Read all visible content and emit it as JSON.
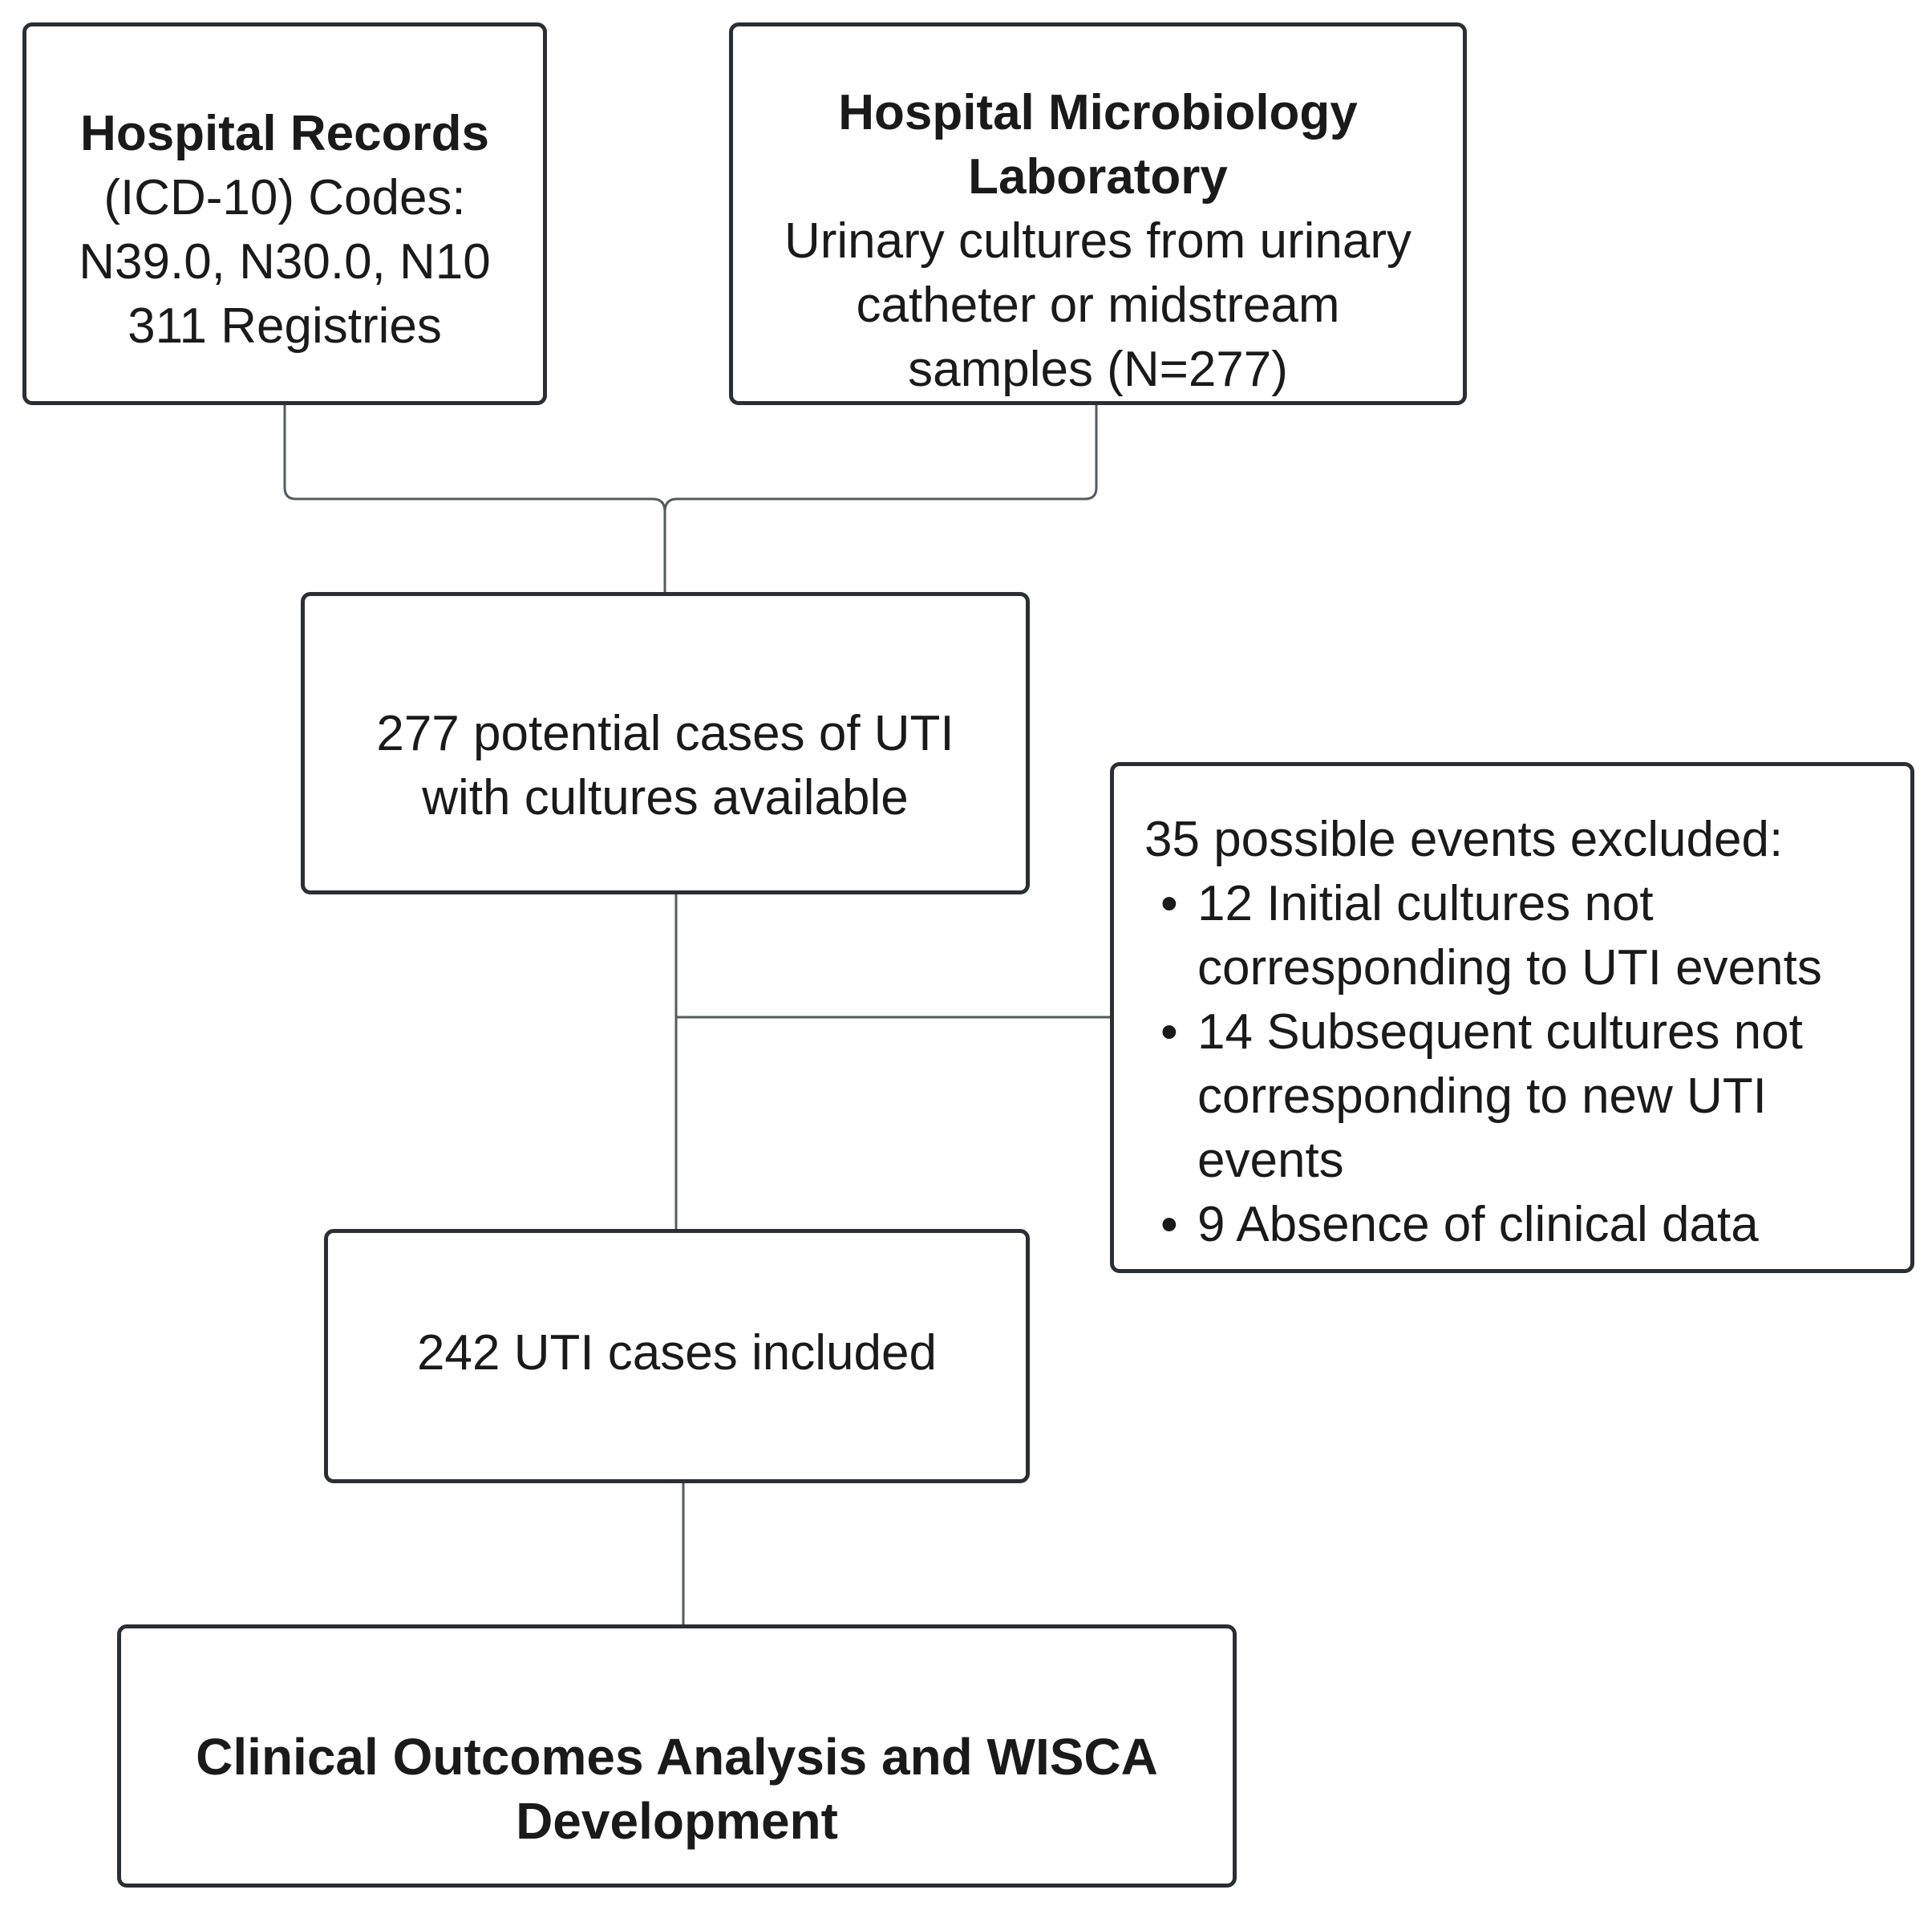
{
  "boxes": {
    "records": {
      "title": "Hospital Records",
      "lines": [
        "(ICD-10) Codes:",
        "N39.0, N30.0, N10",
        "311 Registries"
      ]
    },
    "lab": {
      "title_lines": [
        "Hospital Microbiology",
        "Laboratory"
      ],
      "lines": [
        "Urinary cultures from urinary",
        "catheter or midstream",
        "samples (N=277)"
      ]
    },
    "potential": {
      "lines": [
        "277 potential cases of UTI",
        "with cultures available"
      ]
    },
    "excluded": {
      "heading": "35 possible events excluded:",
      "items": [
        {
          "lines": [
            "12 Initial cultures not",
            "corresponding to UTI events"
          ]
        },
        {
          "lines": [
            "14 Subsequent cultures not",
            "corresponding to new UTI",
            "events"
          ]
        },
        {
          "lines": [
            "9 Absence of clinical data"
          ]
        }
      ]
    },
    "included": {
      "text": "242 UTI cases included"
    },
    "outcome": {
      "title_lines": [
        "Clinical Outcomes Analysis and WISCA",
        "Development"
      ]
    }
  },
  "colors": {
    "box_border": "#2b2f33",
    "connector": "#555a5e",
    "text": "#1a1a1a",
    "background": "#ffffff"
  }
}
